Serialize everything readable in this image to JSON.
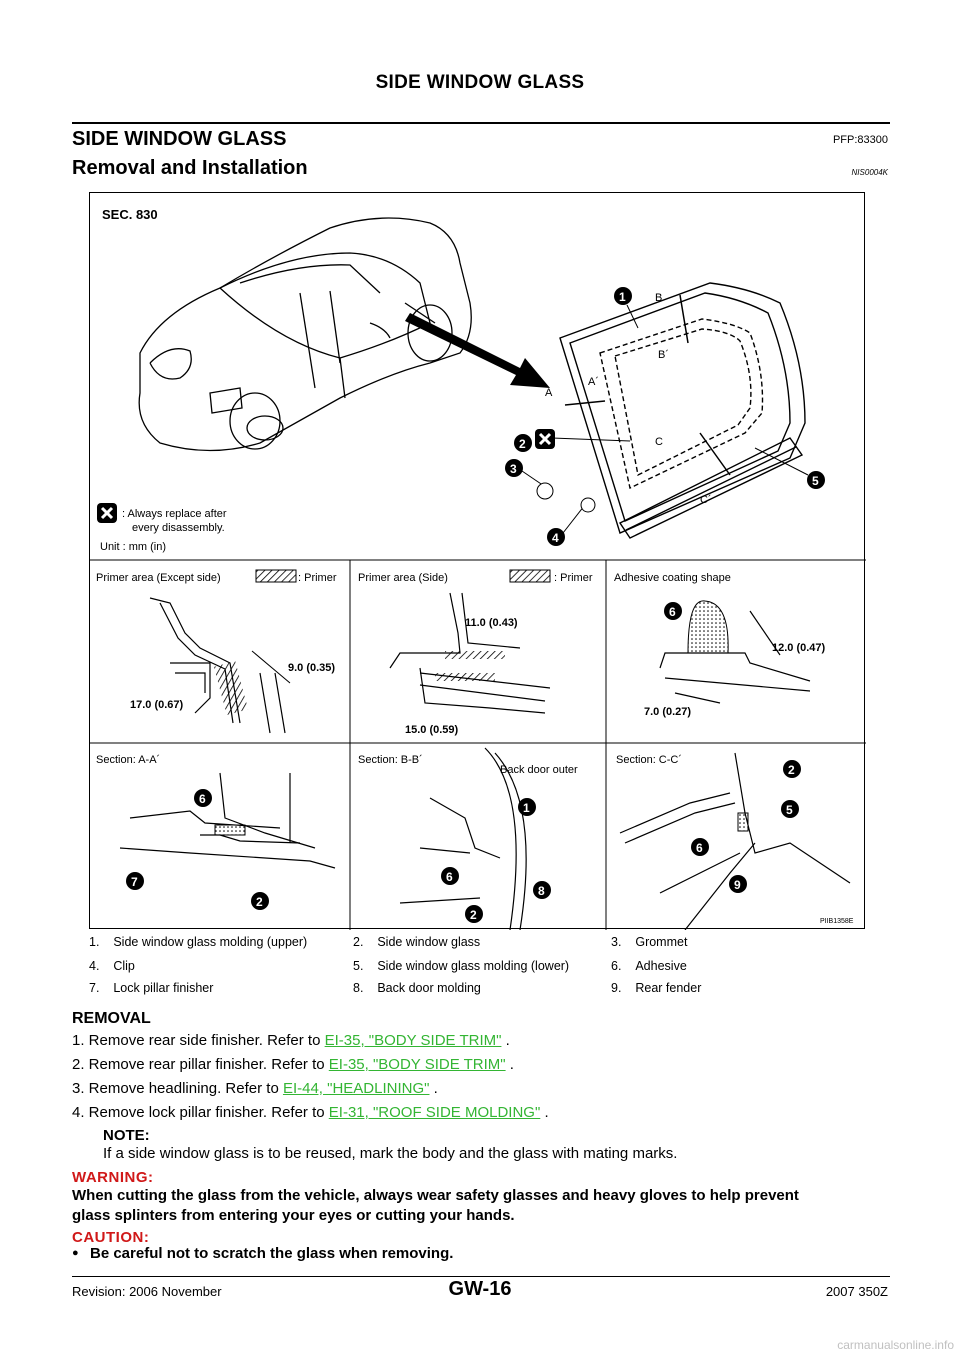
{
  "header": {
    "title": "SIDE WINDOW GLASS"
  },
  "section": {
    "title": "SIDE WINDOW GLASS",
    "pfp": "PFP:83300",
    "subtitle": "Removal and Installation",
    "code": "NIS0004K"
  },
  "figure": {
    "sec": "SEC. 830",
    "replace_note_1": ": Always replace after",
    "replace_note_2": "every disassembly.",
    "unit": "Unit : mm (in)",
    "ref_id": "PIIB1358E",
    "panel_a_title": "Primer area (Except side)",
    "panel_a_primer": ": Primer",
    "panel_a_dim1": "9.0 (0.35)",
    "panel_a_dim2": "17.0 (0.67)",
    "panel_b_title": "Primer area (Side)",
    "panel_b_primer": ": Primer",
    "panel_b_dim1": "11.0 (0.43)",
    "panel_b_dim2": "15.0 (0.59)",
    "panel_c_title": "Adhesive coating shape",
    "panel_c_dim1": "12.0 (0.47)",
    "panel_c_dim2": "7.0 (0.27)",
    "sec_aa": "Section: A-A´",
    "sec_bb": "Section: B-B´",
    "sec_bb_note": "Back door outer",
    "sec_cc": "Section: C-C´",
    "mark_a": "A",
    "mark_a2": "A´",
    "mark_b": "B",
    "mark_b2": "B´",
    "mark_c": "C",
    "mark_c2": "C´",
    "n1": "1",
    "n2": "2",
    "n3": "3",
    "n4": "4",
    "n5": "5",
    "n6": "6",
    "n7": "7",
    "n8": "8",
    "n9": "9"
  },
  "legend": [
    {
      "num": "1.",
      "label": "Side window glass molding (upper)"
    },
    {
      "num": "2.",
      "label": "Side window glass"
    },
    {
      "num": "3.",
      "label": "Grommet"
    },
    {
      "num": "4.",
      "label": "Clip"
    },
    {
      "num": "5.",
      "label": "Side window glass molding (lower)"
    },
    {
      "num": "6.",
      "label": "Adhesive"
    },
    {
      "num": "7.",
      "label": "Lock pillar finisher"
    },
    {
      "num": "8.",
      "label": "Back door molding"
    },
    {
      "num": "9.",
      "label": "Rear fender"
    }
  ],
  "removal": {
    "heading": "REMOVAL",
    "steps": [
      {
        "text": "1. Remove rear side finisher. Refer to ",
        "link": "EI-35, \"BODY SIDE TRIM\"",
        "end": " ."
      },
      {
        "text": "2. Remove rear pillar finisher. Refer to ",
        "link": "EI-35, \"BODY SIDE TRIM\"",
        "end": " ."
      },
      {
        "text": "3. Remove headlining. Refer to ",
        "link": "EI-44, \"HEADLINING\"",
        "end": " ."
      },
      {
        "text": "4. Remove lock pillar finisher. Refer to ",
        "link": "EI-31, \"ROOF SIDE MOLDING\"",
        "end": " ."
      }
    ],
    "note_label": "NOTE:",
    "note_text": "If a side window glass is to be reused, mark the body and the glass with mating marks.",
    "warning_label": "WARNING:",
    "warning_line1": "When cutting the glass from the vehicle, always wear safety glasses and heavy gloves to help prevent",
    "warning_line2": "glass splinters from entering your eyes or cutting your hands.",
    "caution_label": "CAUTION:",
    "caution_bullet": "●",
    "caution_text": "Be careful not to scratch the glass when removing."
  },
  "footer": {
    "revision": "Revision: 2006 November",
    "page": "GW-16",
    "model": "2007 350Z"
  },
  "watermark": "carmanualsonline.info"
}
